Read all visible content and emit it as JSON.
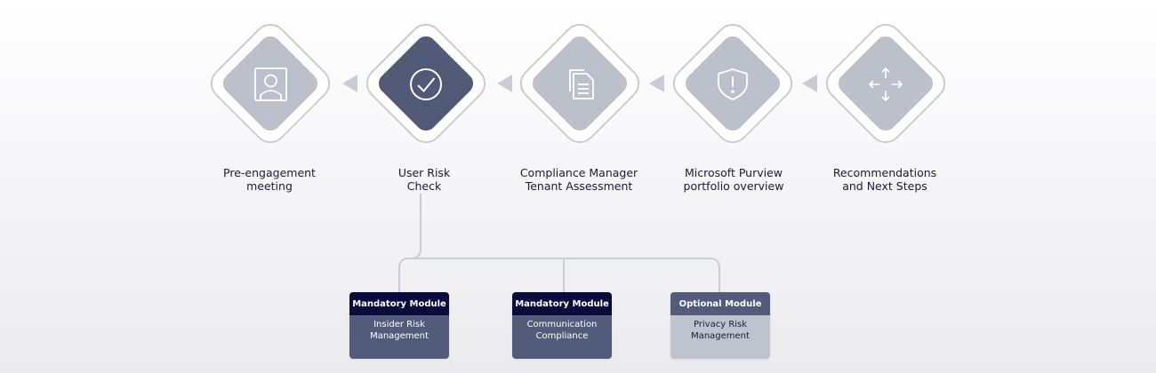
{
  "steps": [
    {
      "label": "Pre-engagement\nmeeting",
      "icon": "person-frame-icon",
      "active": false
    },
    {
      "label": "User Risk\nCheck",
      "icon": "checkmark-circle-icon",
      "active": true
    },
    {
      "label": "Compliance Manager\nTenant Assessment",
      "icon": "documents-icon",
      "active": false
    },
    {
      "label": "Microsoft Purview\nportfolio overview",
      "icon": "shield-alert-icon",
      "active": false
    },
    {
      "label": "Recommendations\nand Next Steps",
      "icon": "move-arrows-icon",
      "active": false
    }
  ],
  "modules": [
    {
      "tag": "Mandatory Module",
      "name": "Insider Risk\nManagement",
      "kind": "mandatory"
    },
    {
      "tag": "Mandatory Module",
      "name": "Communication\nCompliance",
      "kind": "mandatory"
    },
    {
      "tag": "Optional Module",
      "name": "Privacy Risk\nManagement",
      "kind": "optional"
    }
  ],
  "colors": {
    "active_fill": "#505a77",
    "inactive_fill": "#bcc0cb",
    "outline": "#c9ccd4",
    "text_dark": "#1b1b38",
    "mandatory_header": "#0b0b3b",
    "mandatory_body": "#525c7a",
    "optional_header": "#525c7a",
    "optional_body": "#bfc3cd"
  }
}
